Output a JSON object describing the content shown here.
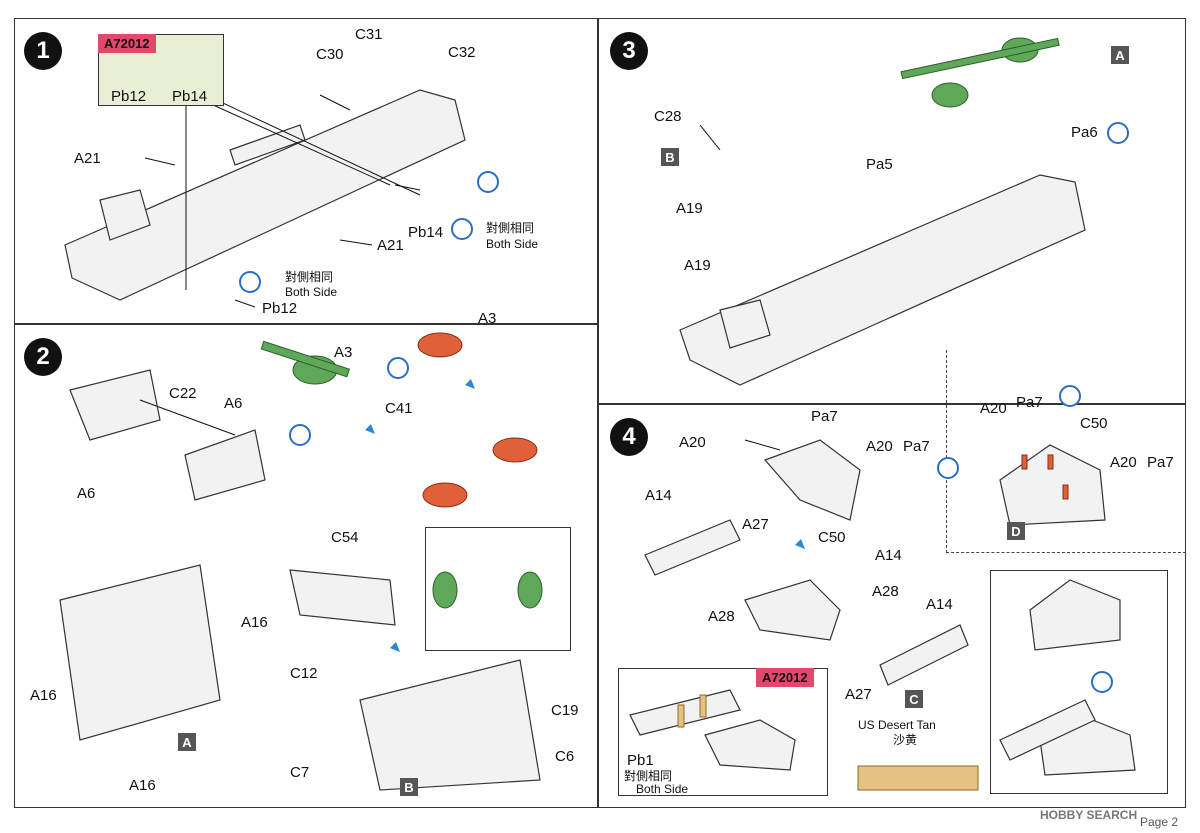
{
  "steps": [
    "1",
    "2",
    "3",
    "4"
  ],
  "step1": {
    "badge": "A72012",
    "parts": [
      "C31",
      "C30",
      "C32",
      "A21",
      "Pb14",
      "A21",
      "Pb12"
    ],
    "option_labels": [
      "Pb12",
      "Pb14"
    ],
    "both_side_cn": "對側相同",
    "both_side_en": "Both Side"
  },
  "step2": {
    "parts": [
      "A3",
      "A3",
      "C22",
      "A6",
      "A6",
      "C41",
      "C54",
      "A16",
      "A16",
      "A16",
      "C12",
      "C19",
      "C6",
      "C7"
    ],
    "subassy": [
      "A",
      "B"
    ]
  },
  "step3": {
    "parts": [
      "C28",
      "Pa6",
      "Pa5",
      "A19",
      "A19"
    ],
    "subassy": [
      "A",
      "B"
    ]
  },
  "step4": {
    "parts": [
      "Pa7",
      "A20",
      "A20",
      "Pa7",
      "A14",
      "A27",
      "C50",
      "A14",
      "A28",
      "A28",
      "A14",
      "A27",
      "A20",
      "Pa7",
      "C50",
      "A20",
      "Pa7"
    ],
    "subassy": [
      "C",
      "D"
    ],
    "badge": "A72012",
    "pb1": "Pb1",
    "both_side_cn": "對側相同",
    "both_side_en": "Both Side",
    "color_en": "US Desert Tan",
    "color_cn": "沙黄"
  },
  "footer": {
    "watermark": "HOBBY SEARCH",
    "page": "Page 2"
  },
  "colors": {
    "green_part": "#5fa85a",
    "orange_part": "#e0603a",
    "pink_badge": "#e0496c",
    "panel": "#e9efd4",
    "blue_arrow": "#2a8ad8"
  }
}
